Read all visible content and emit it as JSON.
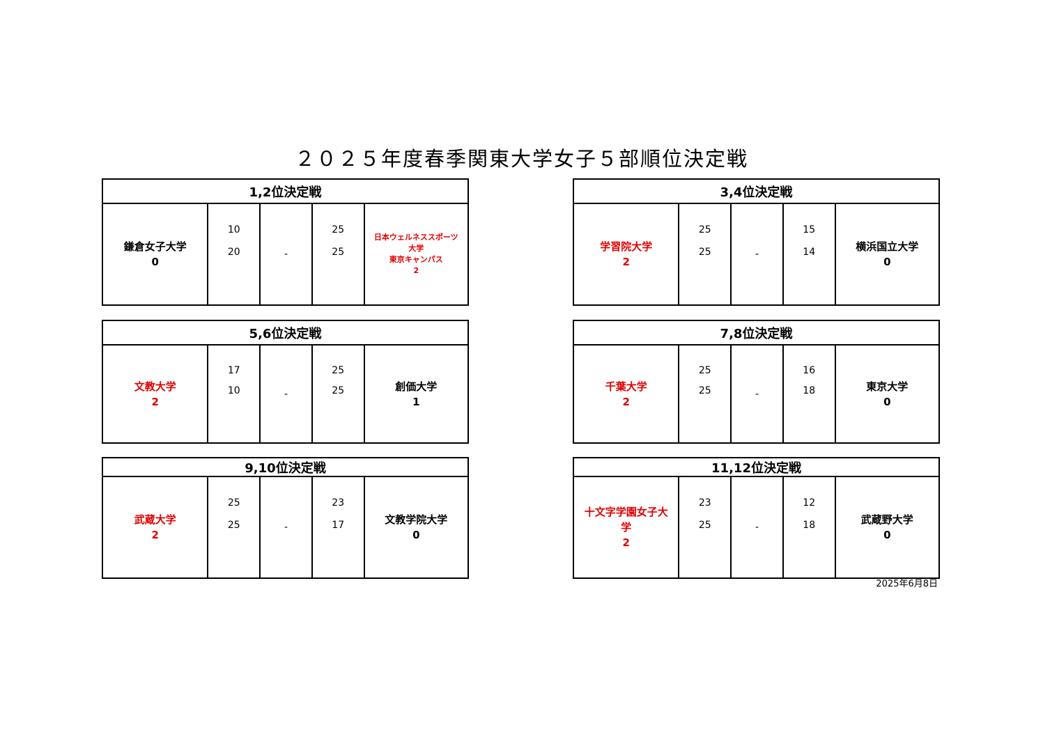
{
  "title": "２０２５年度春季関東大学女子５部順位決定戦",
  "date": "2025年6月8日",
  "matches": [
    {
      "title": "1,2位決定戦",
      "left_team": "鎌倉女子大学",
      "left_score": "0",
      "left_sets": [
        "10",
        "20"
      ],
      "separator": "-",
      "right_sets": [
        "25",
        "25"
      ],
      "right_team": "日本ウェルネススポーツ\n大学\n東京キャンパス",
      "right_score": "2"
    },
    {
      "title": "3,4位決定戦",
      "left_team": "学習院大学",
      "left_score": "2",
      "left_sets": [
        "25",
        "25"
      ],
      "separator": "-",
      "right_sets": [
        "15",
        "14"
      ],
      "right_team": "横浜国立大学",
      "right_score": "0"
    },
    {
      "title": "5,6位決定戦",
      "left_team": "文教大学",
      "left_score": "2",
      "left_sets": [
        "17",
        "10"
      ],
      "separator": "-",
      "right_sets": [
        "25",
        "25"
      ],
      "right_team": "創価大学",
      "right_score": "1"
    },
    {
      "title": "7,8位決定戦",
      "left_team": "千葉大学",
      "left_score": "2",
      "left_sets": [
        "25",
        "25"
      ],
      "separator": "-",
      "right_sets": [
        "16",
        "18"
      ],
      "right_team": "東京大学",
      "right_score": "0"
    },
    {
      "title": "9,10位決定戦",
      "left_team": "武蔵大学",
      "left_score": "2",
      "left_sets": [
        "25",
        "25"
      ],
      "separator": "-",
      "right_sets": [
        "23",
        "17"
      ],
      "right_team": "文教学院大学",
      "right_score": "0"
    },
    {
      "title": "11,12位決定戦",
      "left_team": "十文字学園女子大\n学",
      "left_score": "2",
      "left_sets": [
        "23",
        "25"
      ],
      "separator": "-",
      "right_sets": [
        "12",
        "18"
      ],
      "right_team": "武蔵野大学",
      "right_score": "0"
    }
  ],
  "colors": {
    "winner": "#e00000",
    "text": "#000000",
    "border": "#000000"
  }
}
